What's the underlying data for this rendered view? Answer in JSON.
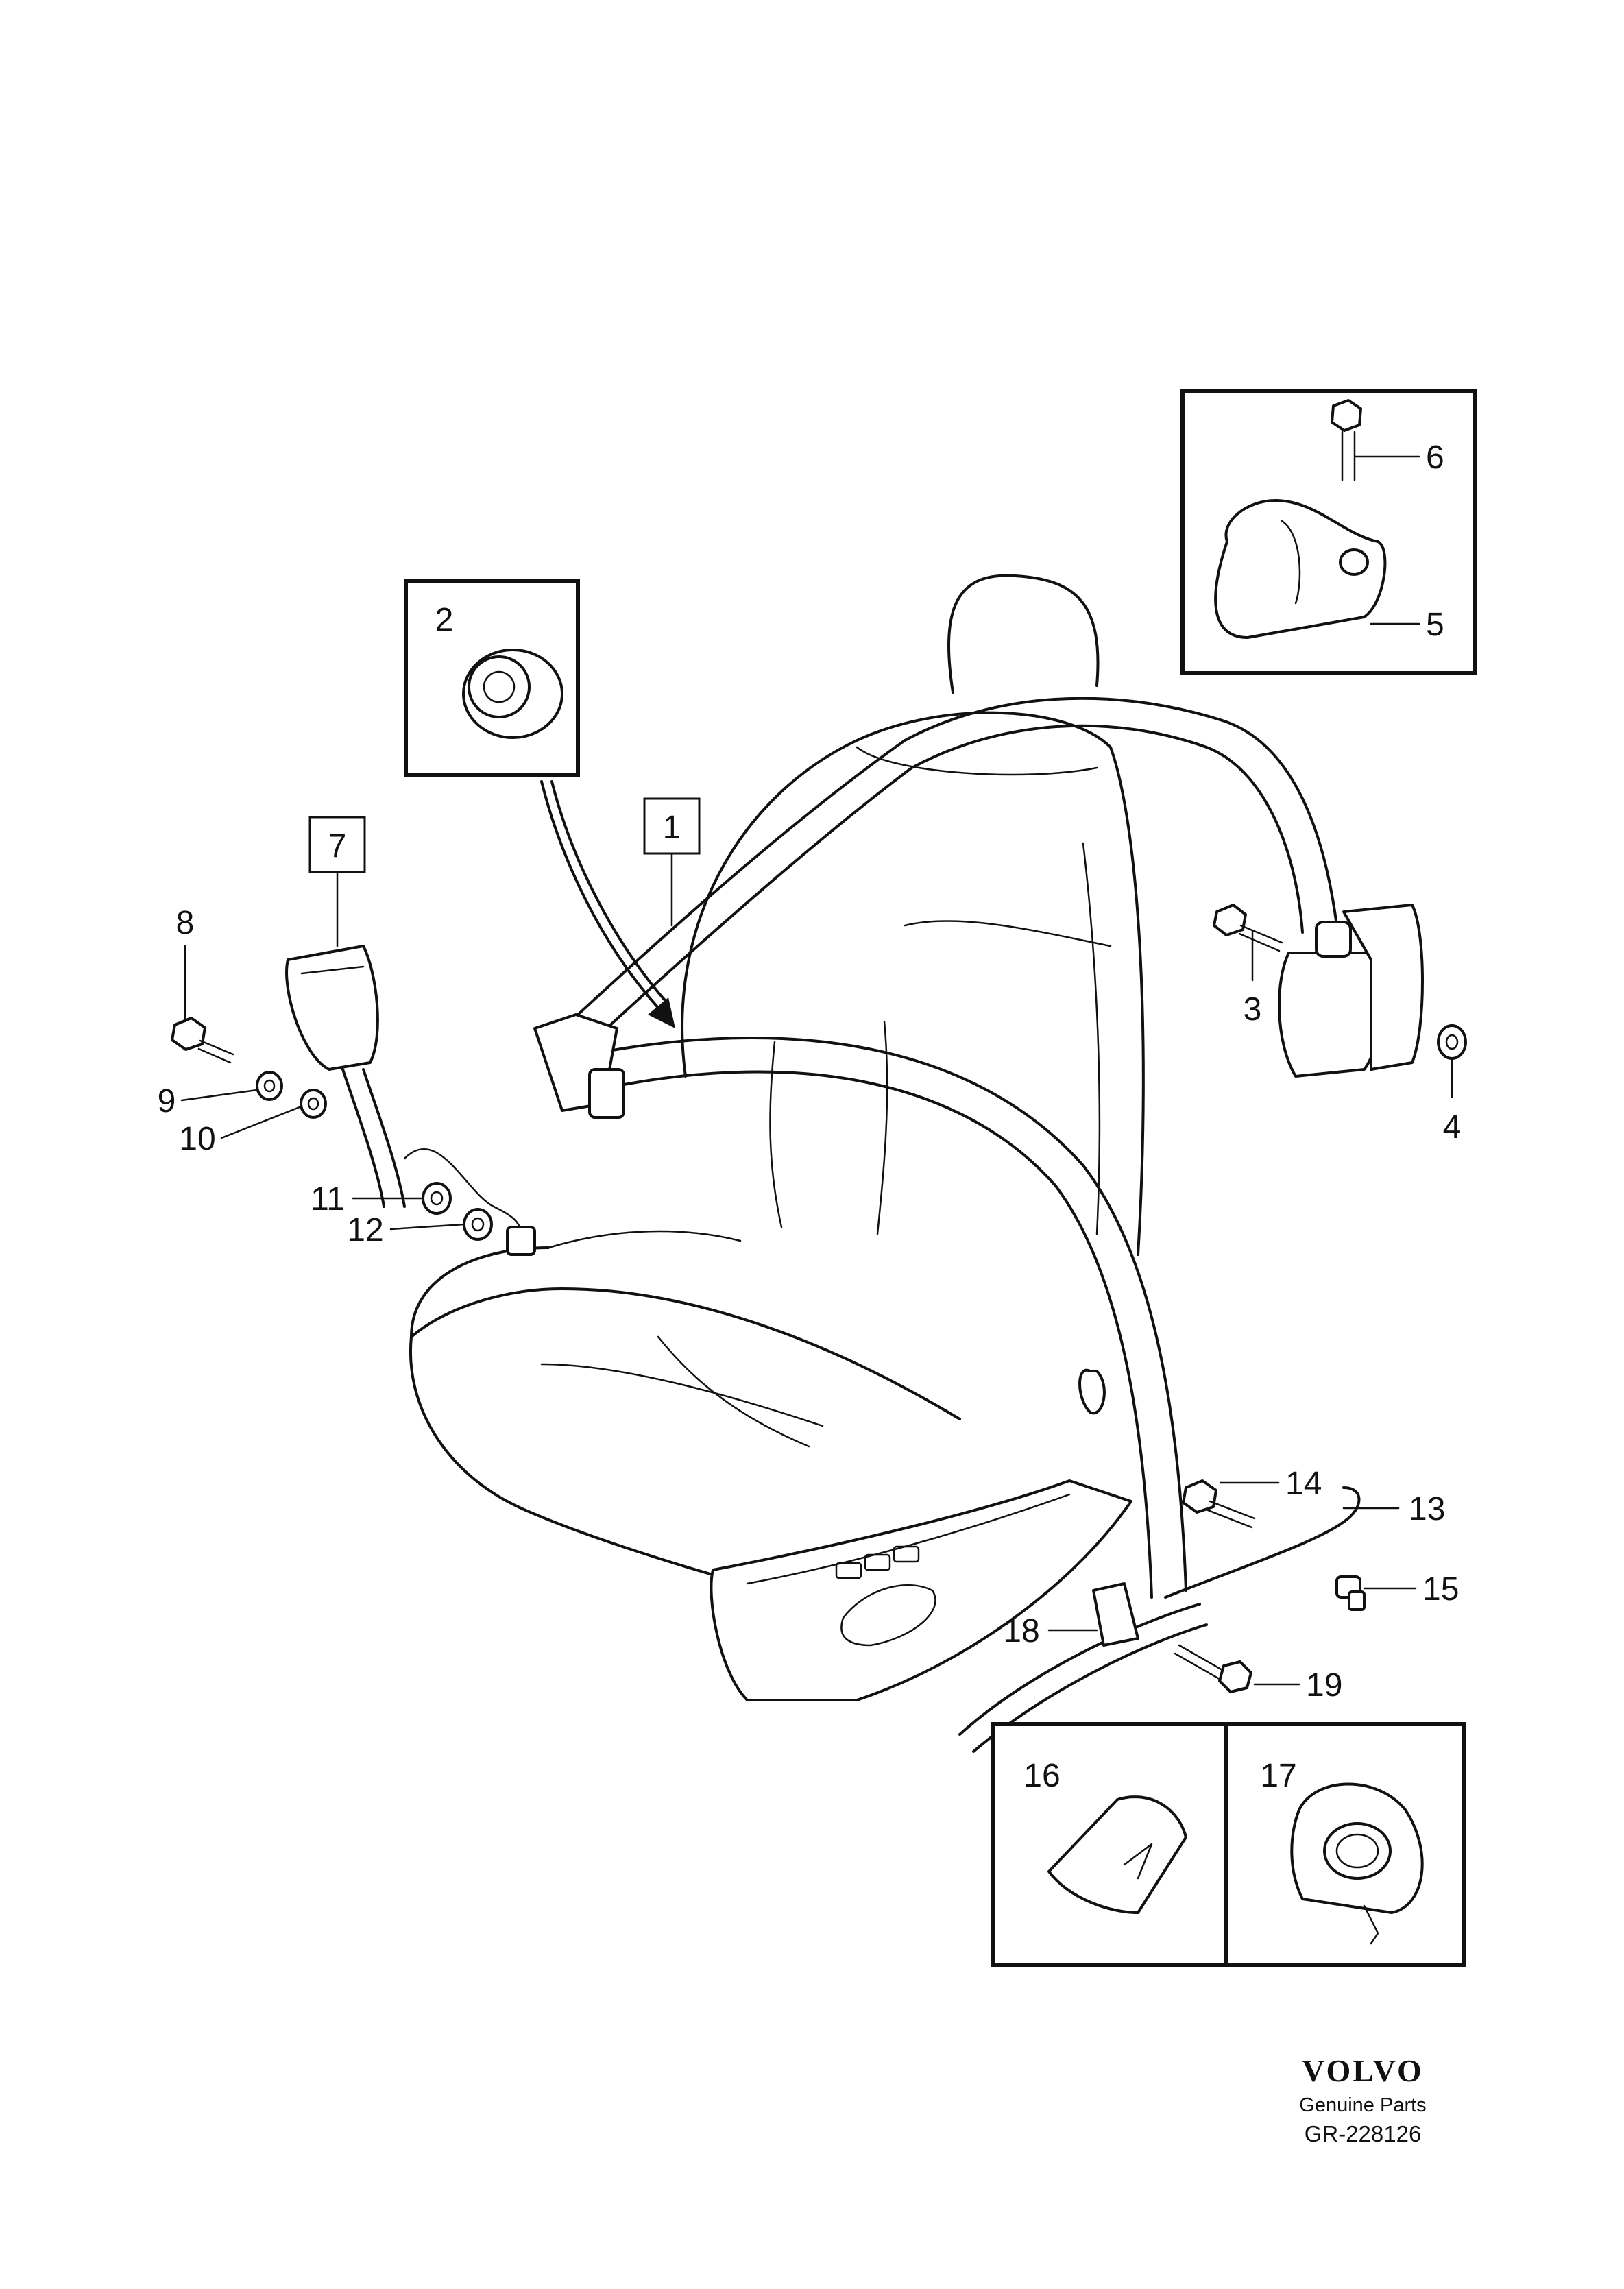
{
  "callouts": {
    "c1": "1",
    "c2": "2",
    "c3": "3",
    "c4": "4",
    "c5": "5",
    "c6": "6",
    "c7": "7",
    "c8": "8",
    "c9": "9",
    "c10": "10",
    "c11": "11",
    "c12": "12",
    "c13": "13",
    "c14": "14",
    "c15": "15",
    "c16": "16",
    "c17": "17",
    "c18": "18",
    "c19": "19"
  },
  "footer": {
    "brand": "VOLVO",
    "tagline": "Genuine Parts",
    "reference": "GR-228126"
  }
}
